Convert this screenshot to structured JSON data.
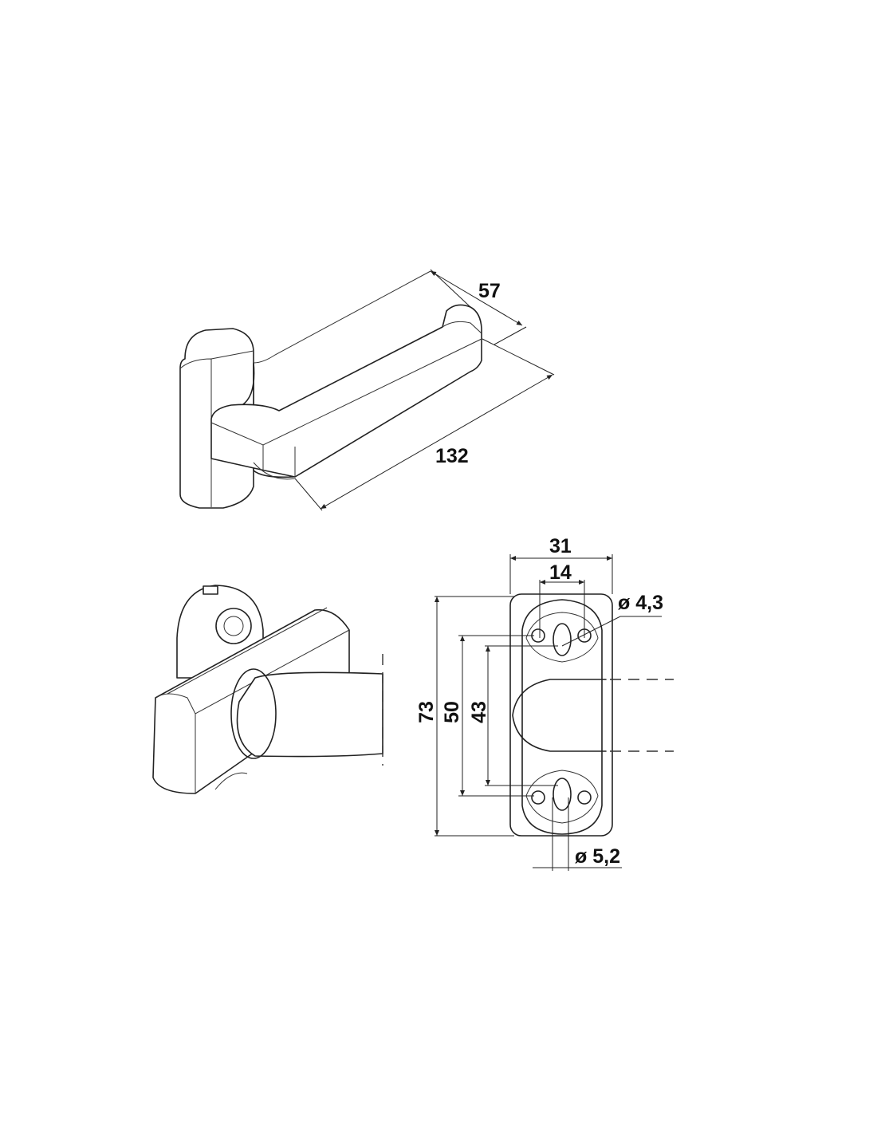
{
  "drawing": {
    "dimensions": {
      "lever_depth": "57",
      "lever_length": "132",
      "rose_width": "31",
      "slot_spacing": "14",
      "small_hole_diameter": "ø 4,3",
      "rose_height": "73",
      "outer_hole_spacing": "50",
      "inner_hole_spacing": "43",
      "slot_diameter": "ø 5,2"
    },
    "line_color": "#222222"
  }
}
